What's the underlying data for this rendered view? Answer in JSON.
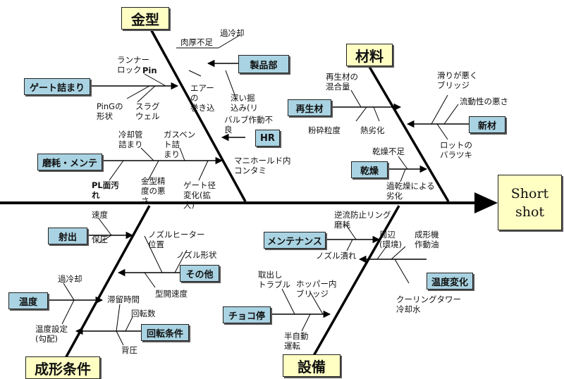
{
  "effect": {
    "line1": "Short",
    "line2": "shot"
  },
  "categories": {
    "mold": "金型",
    "material": "材料",
    "molding": "成形条件",
    "equipment": "設備"
  },
  "sub_boxes": {
    "gate_clog": "ゲート詰まり",
    "product": "製品部",
    "hr": "HR",
    "wear_maint": "磨耗・メンテ",
    "regrind": "再生材",
    "new_material": "新材",
    "drying": "乾燥",
    "injection": "射出",
    "other": "その他",
    "temperature": "温度",
    "rotation": "回転条件",
    "maintenance": "メンテナンス",
    "temp_change": "温度変化",
    "stop": "チョコ停"
  },
  "factors": {
    "mold": {
      "overcool": "過冷却",
      "thin_wall": "肉厚不足",
      "runner_lock": "ランナー\nロック",
      "pin": "Pin",
      "ping_shape": "PinGの\n形状",
      "sprue_well": "スラグ\nウェル",
      "air_trap": "エアー\nの\n巻き込",
      "deep_rib": "深い掘\n込み(リ",
      "valve": "バルブ作動不\n良",
      "gas_vent_pipe": "冷却管\n詰まり",
      "gas_vent": "ガスベン\nト詰\nまり",
      "manifold": "マニホールド内\nコンタミ",
      "pl_stain": "PL面汚\nれ",
      "mold_precision": "金型精\n度の悪\nさ",
      "gate_diameter": "ゲート径\n変化(拡\n大)"
    },
    "material": {
      "regrind_ratio": "再生材の\n混合量",
      "crush_size": "粉砕粒度",
      "heat_degrade": "熱劣化",
      "poor_slip": "滑りが悪く\nブリッジ",
      "poor_flow": "流動性の悪さ",
      "lot_var": "ロットの\nバラツキ",
      "dry_short": "乾燥不足",
      "over_dry": "過乾燥による\n劣化"
    },
    "molding": {
      "speed": "速度",
      "pressure": "保圧",
      "nozzle_heater": "ノズルヒーター\n位置",
      "nozzle_shape": "ノズル形状",
      "mold_open": "型開速度",
      "overcool": "過冷却",
      "temp_setting": "温度設定\n(勾配)",
      "dwell": "滞留時間",
      "rpm": "回転数",
      "back_pressure": "背圧"
    },
    "equipment": {
      "check_ring": "逆流防止リング\n磨耗",
      "nozzle_clog": "ノズル潰れ",
      "ambient": "周辺\n(環境)",
      "machine_oil": "成形機\n作動油",
      "cooling_tower": "クーリングタワー\n冷却水",
      "take_out": "取出し\nトラブル",
      "hopper": "ホッパー内\nブリッジ",
      "semi_auto": "半自動\n運転"
    }
  }
}
